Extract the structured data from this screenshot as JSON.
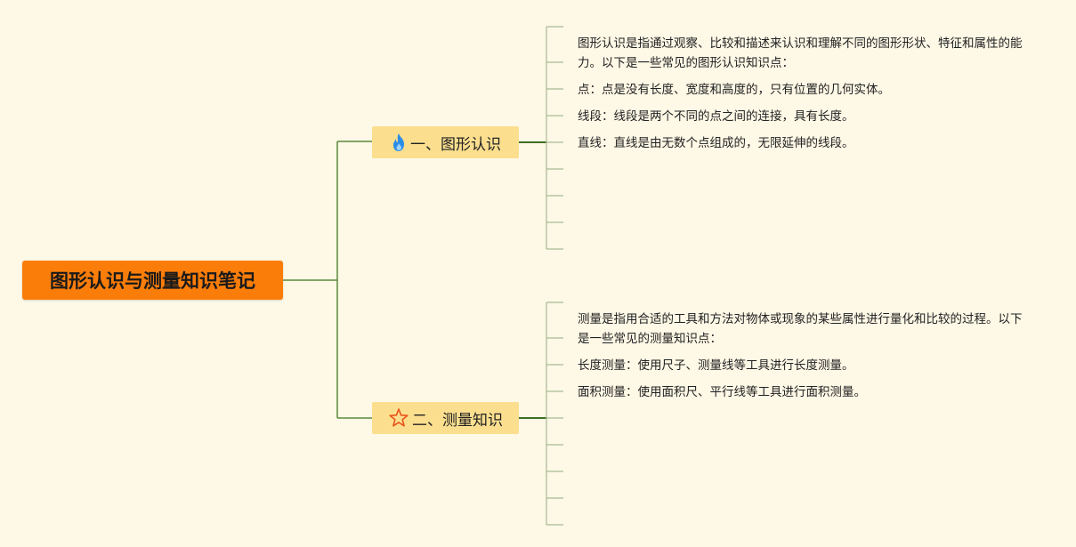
{
  "root": {
    "label": "图形认识与测量知识笔记"
  },
  "branches": [
    {
      "label": "一、图形认识",
      "icon": "fire-icon",
      "leaves": [
        "图形认识是指通过观察、比较和描述来认识和理解不同的图形形状、特征和属性的能力。以下是一些常见的图形认识知识点：",
        "点：点是没有长度、宽度和高度的，只有位置的几何实体。",
        "线段：线段是两个不同的点之间的连接，具有长度。",
        "直线：直线是由无数个点组成的，无限延伸的线段。"
      ]
    },
    {
      "label": "二、测量知识",
      "icon": "star-icon",
      "leaves": [
        "测量是指用合适的工具和方法对物体或现象的某些属性进行量化和比较的过程。以下是一些常见的测量知识点：",
        "长度测量：使用尺子、测量线等工具进行长度测量。",
        "面积测量：使用面积尺、平行线等工具进行面积测量。"
      ]
    }
  ],
  "colors": {
    "background": "#fef8e6",
    "root": "#fa7d0a",
    "branch": "#fbdf8f",
    "line_root": "#5a8a3c",
    "line_branch": "#4b7a2c",
    "line_leaf": "#a8ba94"
  }
}
